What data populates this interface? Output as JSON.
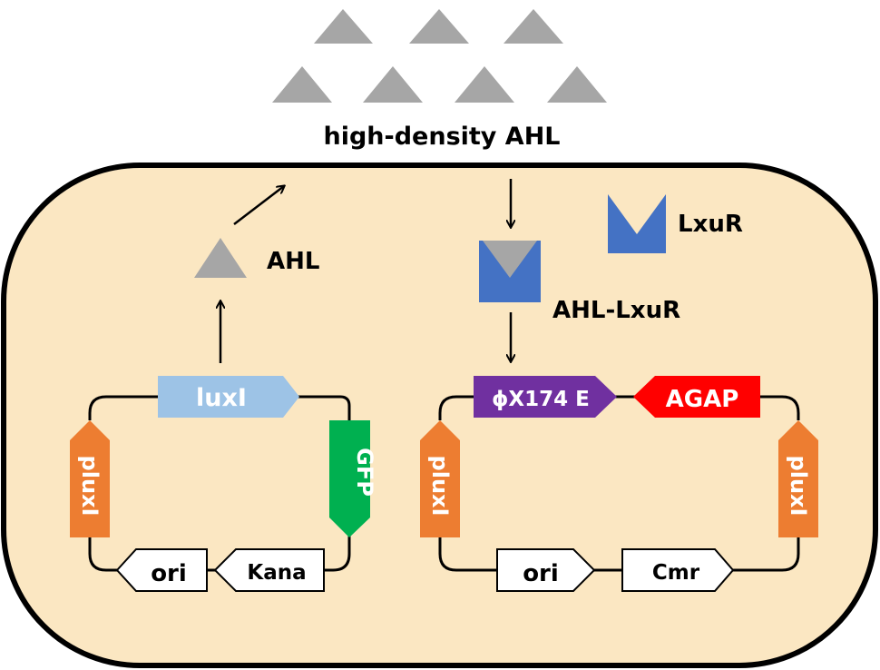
{
  "title": "high-density AHL",
  "colors": {
    "cell_fill": "#fbe7c2",
    "ahl_gray": "#a6a6a6",
    "luxr_blue": "#4472c4",
    "luxi_light_blue": "#9dc3e6",
    "plux_orange": "#ed7d31",
    "gfp_green": "#00b050",
    "phix_purple": "#7030a0",
    "agap_red": "#ff0000"
  },
  "labels": {
    "ahl": "AHL",
    "luxr": "LxuR",
    "complex": "AHL-LxuR"
  },
  "plasmid_left": {
    "luxI": "luxI",
    "gfp": "GFP",
    "promoter": "pluxI",
    "kana": "Kana",
    "ori": "ori"
  },
  "plasmid_right": {
    "phiX": "ϕX174 E",
    "agap": "AGAP",
    "promoter_left": "pluxI",
    "promoter_right": "pluxI",
    "ori": "ori",
    "cmr": "Cmr"
  }
}
